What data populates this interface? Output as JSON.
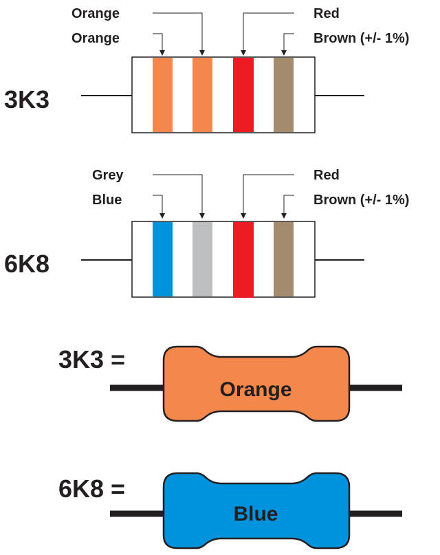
{
  "resistors": [
    {
      "value_label": "3K3",
      "bands": [
        {
          "label": "Orange",
          "color": "#f4874b"
        },
        {
          "label": "Orange",
          "color": "#f4874b"
        },
        {
          "label": "Red",
          "color": "#ec1c24"
        },
        {
          "label": "Brown (+/- 1%)",
          "color": "#a38b6d"
        }
      ]
    },
    {
      "value_label": "6K8",
      "bands": [
        {
          "label": "Blue",
          "color": "#0093dd"
        },
        {
          "label": "Grey",
          "color": "#bcbec0"
        },
        {
          "label": "Red",
          "color": "#ec1c24"
        },
        {
          "label": "Brown (+/- 1%)",
          "color": "#a38b6d"
        }
      ]
    }
  ],
  "coded": [
    {
      "value_label": "3K3 =",
      "color_name": "Orange",
      "fill": "#f4874b"
    },
    {
      "value_label": "6K8 =",
      "color_name": "Blue",
      "fill": "#0093dd"
    }
  ]
}
